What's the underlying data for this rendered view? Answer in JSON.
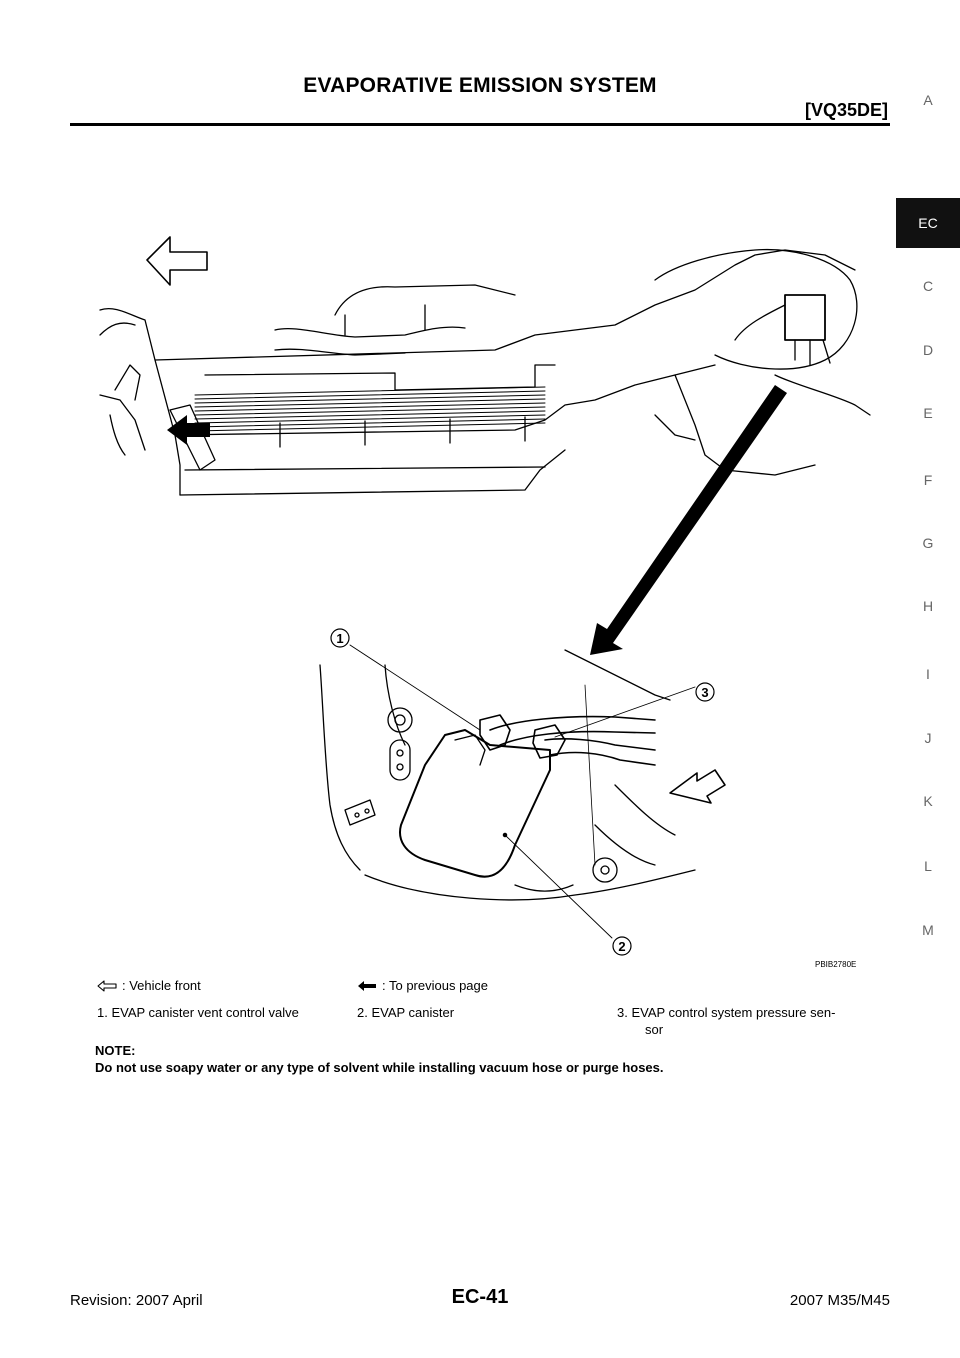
{
  "header": {
    "title": "EVAPORATIVE EMISSION SYSTEM",
    "engine": "[VQ35DE]"
  },
  "side_index": {
    "letters": [
      "A",
      "EC",
      "C",
      "D",
      "E",
      "F",
      "G",
      "H",
      "I",
      "J",
      "K",
      "L",
      "M"
    ],
    "active": "EC"
  },
  "figure": {
    "code": "PBIB2780E",
    "callouts": [
      "1",
      "2",
      "3"
    ]
  },
  "legend": {
    "vehicle_front": ": Vehicle front",
    "previous_page": ": To previous page"
  },
  "parts": [
    {
      "text": "1.  EVAP canister vent control valve"
    },
    {
      "text": "2.  EVAP canister"
    },
    {
      "text": "3.  EVAP control system pressure sen-",
      "cont": "sor"
    }
  ],
  "note": {
    "label": "NOTE:",
    "text": "Do not use soapy water or any type of solvent while installing vacuum hose or purge hoses."
  },
  "footer": {
    "revision": "Revision: 2007 April",
    "page": "EC-41",
    "model": "2007 M35/M45"
  }
}
